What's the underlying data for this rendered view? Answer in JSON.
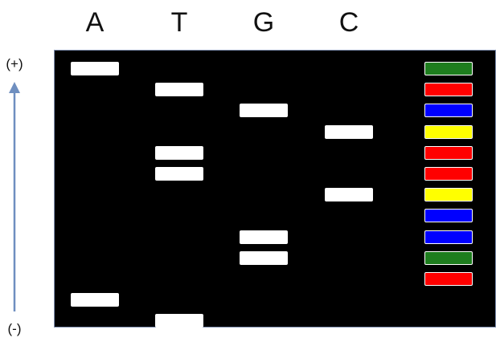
{
  "lanes": [
    {
      "label": "A",
      "bands": [
        1,
        12
      ]
    },
    {
      "label": "T",
      "bands": [
        2,
        5,
        6,
        13
      ]
    },
    {
      "label": "G",
      "bands": [
        3,
        9,
        10
      ]
    },
    {
      "label": "C",
      "bands": [
        4,
        7
      ]
    }
  ],
  "polarity": {
    "positive": "(+)",
    "negative": "(-)"
  },
  "ladder": {
    "colors": [
      "#1e7d1e",
      "#ff0000",
      "#0000ff",
      "#ffff00",
      "#ff0000",
      "#ff0000",
      "#ffff00",
      "#0000ff",
      "#0000ff",
      "#1e7d1e",
      "#ff0000"
    ]
  },
  "colors": {
    "gel": "#000000",
    "band": "#ffffff",
    "arrow": "#6f8fc0"
  }
}
